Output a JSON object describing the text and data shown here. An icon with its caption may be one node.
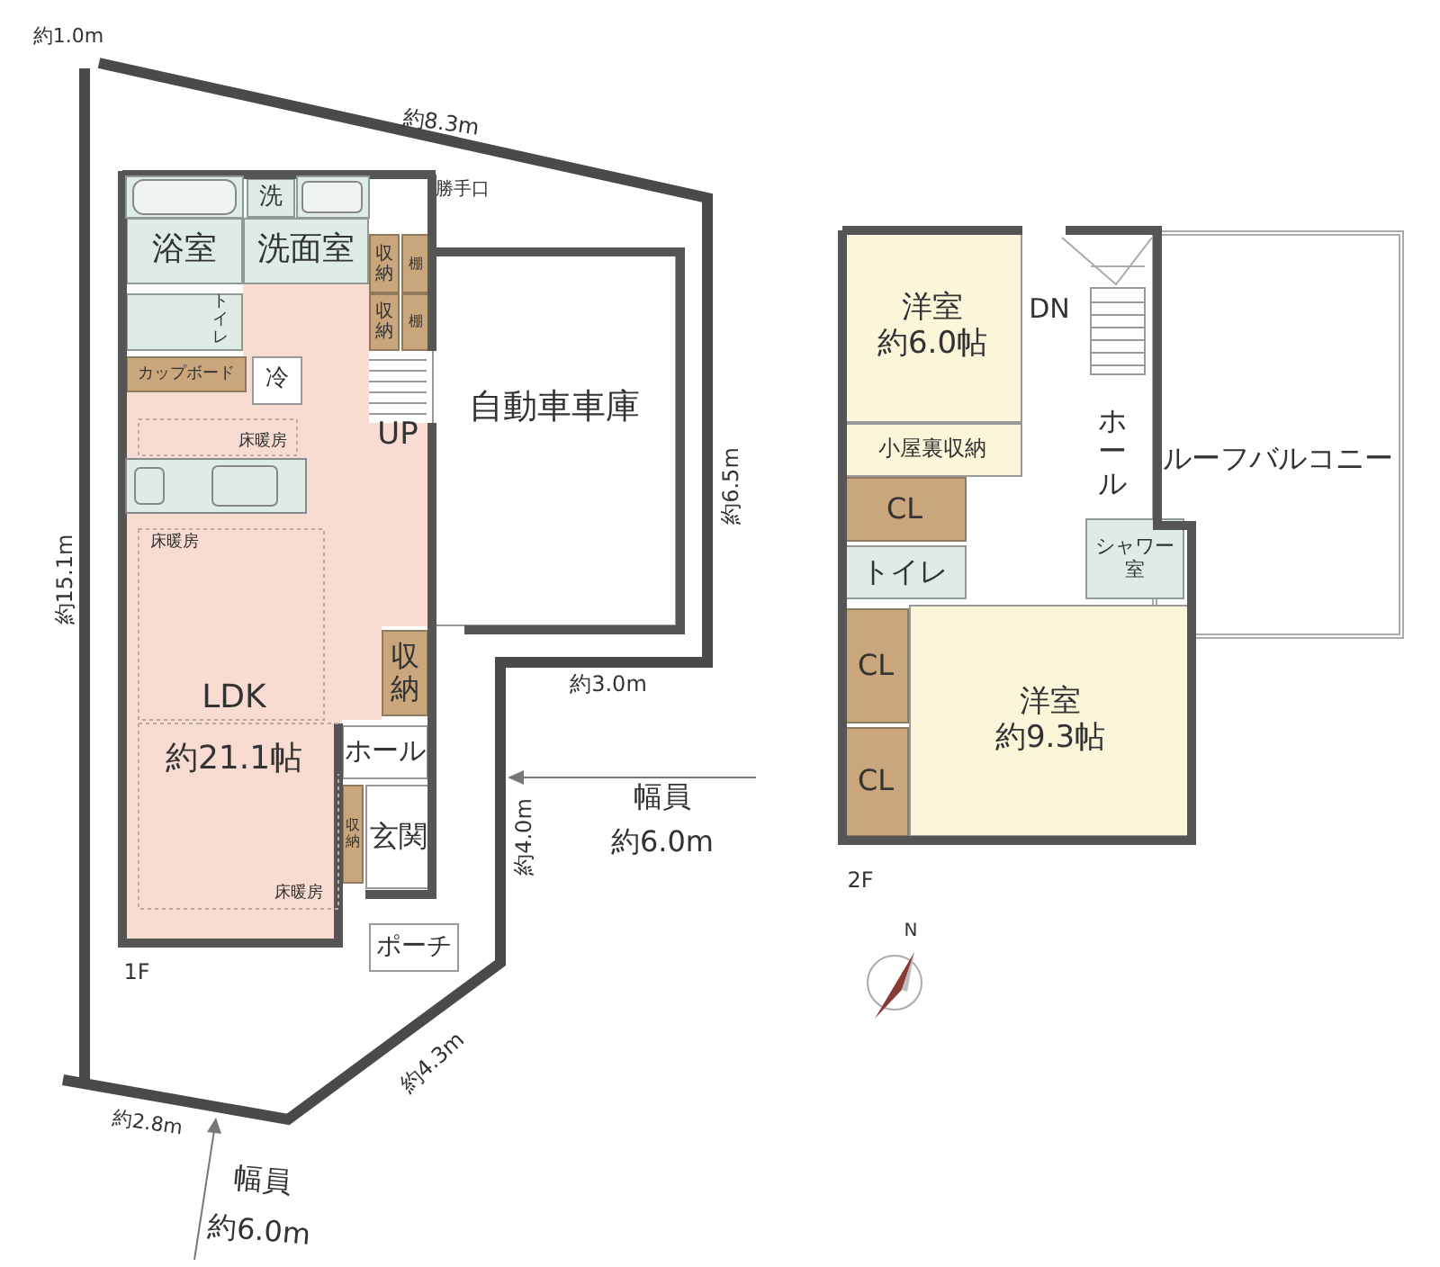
{
  "diagram": {
    "nodes": [
      {
        "text": [
          "浴室"
        ]
      },
      {
        "text": [
          "洗面室"
        ]
      },
      {
        "text": [
          "洗"
        ]
      },
      {
        "text": [
          "収納"
        ]
      },
      {
        "text": [
          "棚"
        ]
      },
      {
        "text": [
          "収納"
        ]
      },
      {
        "text": [
          "棚"
        ]
      },
      {
        "text": [
          "トイレ"
        ]
      },
      {
        "text": [
          "LDK",
          "約21.1帖"
        ]
      },
      {
        "text": [
          "カップボード"
        ],
        "in": 8
      },
      {
        "text": [
          "冷"
        ],
        "in": 8
      },
      {
        "text": [
          "収納"
        ]
      },
      {
        "text": [
          "ホール"
        ]
      },
      {
        "text": [
          "収納"
        ]
      },
      {
        "text": [
          "玄関"
        ]
      },
      {
        "text": [
          "ポーチ"
        ]
      },
      {
        "text": [
          "自動車車庫"
        ]
      },
      {
        "text": [
          "洋室",
          "約6.0帖"
        ]
      },
      {
        "text": [
          "小屋裏収納"
        ]
      },
      {
        "text": [
          "CL"
        ]
      },
      {
        "text": [
          "トイレ"
        ]
      },
      {
        "text": [
          "ホール"
        ]
      },
      {
        "text": [
          "ルーフバルコニー"
        ]
      },
      {
        "text": [
          "シャワー室"
        ]
      },
      {
        "text": [
          "CL"
        ]
      },
      {
        "text": [
          "CL"
        ]
      },
      {
        "text": [
          "洋室",
          "約9.3帖"
        ]
      }
    ],
    "labels": [
      "約1.0m",
      "約8.3m",
      "勝手口",
      "UP",
      "床暖房",
      "床暖房",
      "約6.5m",
      "約15.1m",
      "約3.0m",
      "床暖房",
      "幅員",
      "約6.0m",
      "約4.0m",
      "1F",
      "約4.3m",
      "約2.8m",
      "幅員",
      "約6.0m",
      "DN",
      "2F",
      "N"
    ]
  }
}
